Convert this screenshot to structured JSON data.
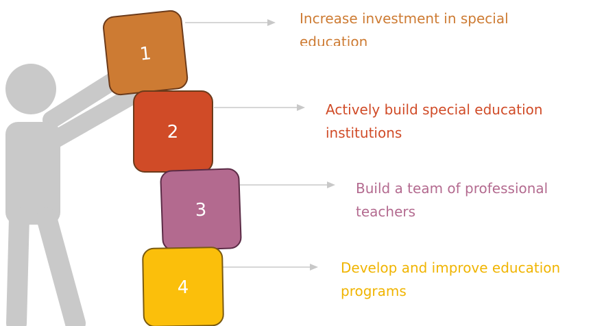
{
  "figure": {
    "colors": {
      "figure_gray": "#c9c9c9",
      "arrow_gray": "#c8c8c8",
      "outline": "#6b3a1a"
    },
    "steps": [
      {
        "number": "1",
        "text": "Increase investment in special education",
        "block_color": "#cd7b33",
        "text_color": "#cd7b33"
      },
      {
        "number": "2",
        "text": "Actively build special education institutions",
        "block_color": "#d04b27",
        "text_color": "#d04b27"
      },
      {
        "number": "3",
        "text": "Build a team of professional teachers",
        "block_color": "#b36a8f",
        "text_color": "#b36a8f"
      },
      {
        "number": "4",
        "text": "Develop and improve education programs",
        "block_color": "#fbbf0b",
        "text_color": "#f0b400"
      }
    ]
  }
}
